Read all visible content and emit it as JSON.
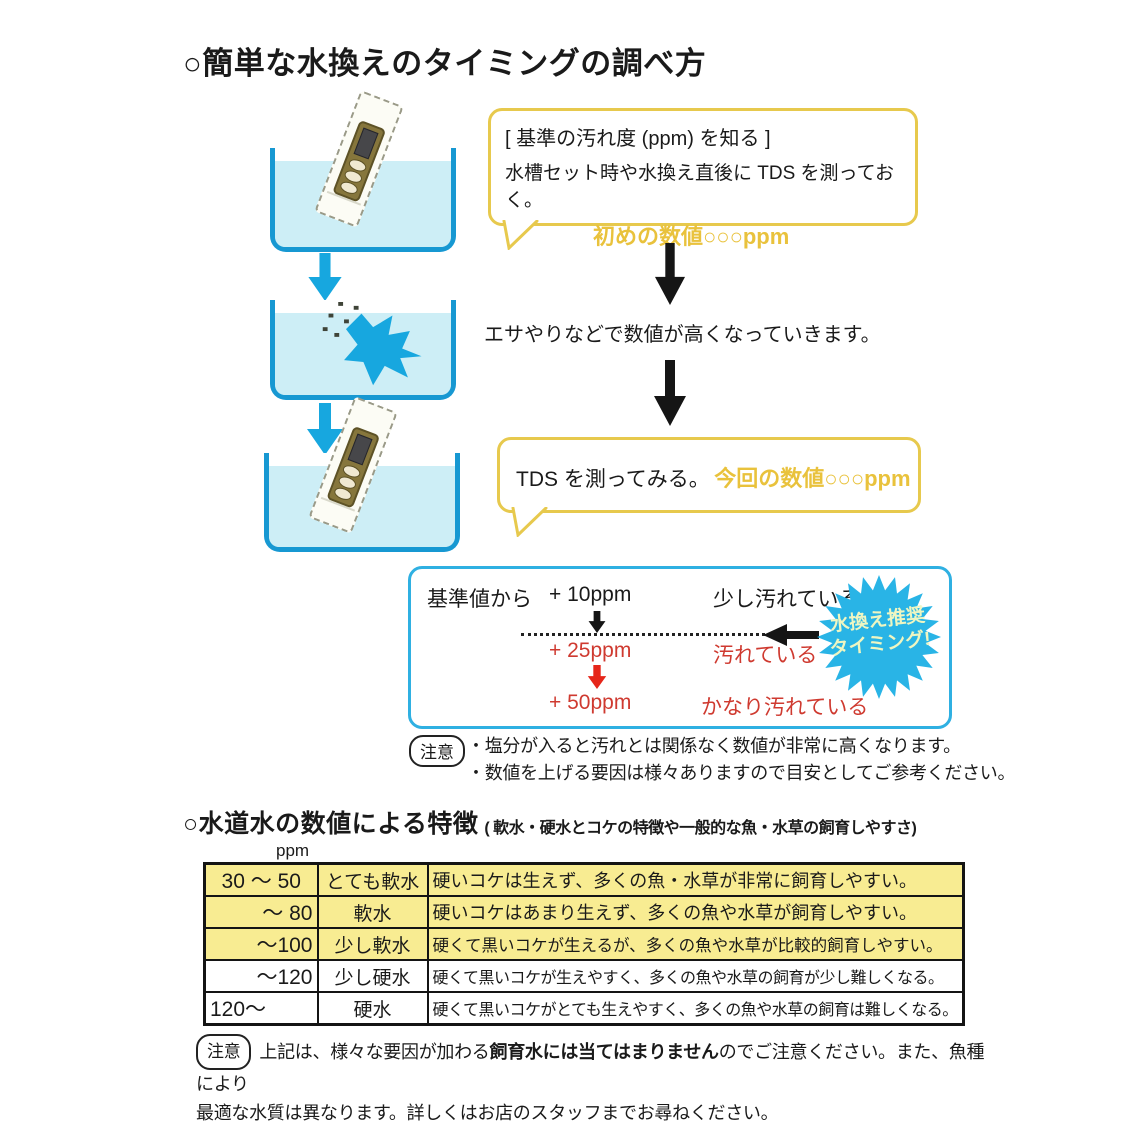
{
  "title": "○簡単な水換えのタイミングの調べ方",
  "flow": {
    "bubble1": {
      "heading": "[ 基準の汚れ度 (ppm) を知る ]",
      "body": "水槽セット時や水換え直後に TDS を測っておく。",
      "highlight": "初めの数値○○○ppm"
    },
    "between_text": "エサやりなどで数値が高くなっていきます。",
    "bubble2": {
      "body": "TDS を測ってみる。",
      "highlight": "今回の数値○○○ppm"
    }
  },
  "threshold_box": {
    "baseline_label": "基準値から",
    "levels": [
      {
        "value": "+ 10ppm",
        "desc": "少し汚れている"
      },
      {
        "value": "+ 25ppm",
        "desc": "汚れている"
      },
      {
        "value": "+ 50ppm",
        "desc": "かなり汚れている"
      }
    ],
    "burst": {
      "line1": "水換え推奨",
      "line2": "タイミング!"
    }
  },
  "note1": {
    "label": "注意",
    "line1": "・塩分が入ると汚れとは関係なく数値が非常に高くなります。",
    "line2": "・数値を上げる要因は様々ありますので目安としてご参考ください。"
  },
  "section2": {
    "title": "○水道水の数値による特徴",
    "subtitle": "( 軟水・硬水とコケの特徴や一般的な魚・水草の飼育しやすさ)",
    "unit_label": "ppm"
  },
  "hardness_table": {
    "rows": [
      {
        "range": "30 ～  50",
        "name": "とても軟水",
        "desc": "硬いコケは生えず、多くの魚・水草が非常に飼育しやすい。"
      },
      {
        "range": "～  80",
        "name": "軟水",
        "desc": "硬いコケはあまり生えず、多くの魚や水草が飼育しやすい。"
      },
      {
        "range": "～100",
        "name": "少し軟水",
        "desc": "硬くて黒いコケが生えるが、多くの魚や水草が比較的飼育しやすい。"
      },
      {
        "range": "～120",
        "name": "少し硬水",
        "desc": "硬くて黒いコケが生えやすく、多くの魚や水草の飼育が少し難しくなる。"
      },
      {
        "range": "120～",
        "name": "硬水",
        "desc": "硬くて黒いコケがとても生えやすく、多くの魚や水草の飼育は難しくなる。"
      }
    ]
  },
  "note2": {
    "label": "注意",
    "text_before": "上記は、様々な要因が加わる",
    "text_bold": "飼育水には当てはまりません",
    "text_after": "のでご注意ください。また、魚種により",
    "text_line2": "最適な水質は異なります。詳しくはお店のスタッフまでお尋ねください。"
  },
  "colors": {
    "tank_blue": "#1798d2",
    "water_blue": "#cdeef6",
    "arrow_blue": "#17a7df",
    "bubble_border": "#e7c94d",
    "highlight_yellow": "#e9c23c",
    "box_border": "#2fb0e2",
    "burst_blue": "#29b4e6",
    "burst_text": "#eef6c2",
    "warn_red": "#cf3a30",
    "table_yellow": "#f8ec92"
  }
}
